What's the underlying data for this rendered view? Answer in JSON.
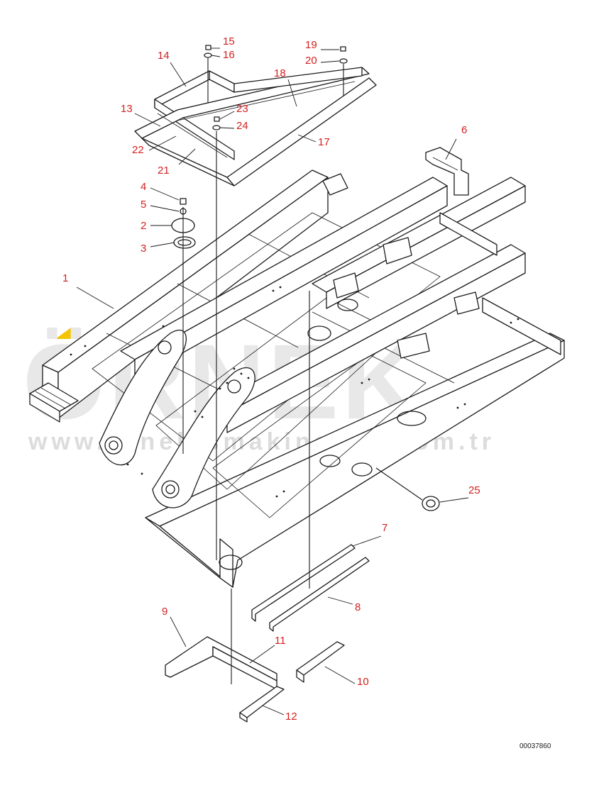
{
  "watermark": {
    "brand": "ÖRNEK",
    "url": "www.ornekismakinalari.com.tr",
    "accent_color": "#f5c400"
  },
  "reference_code": "00037860",
  "callout_color": "#d42020",
  "callouts": [
    "1",
    "2",
    "3",
    "4",
    "5",
    "6",
    "7",
    "8",
    "9",
    "10",
    "11",
    "12",
    "13",
    "14",
    "15",
    "16",
    "17",
    "18",
    "19",
    "20",
    "21",
    "22",
    "23",
    "24",
    "25"
  ]
}
